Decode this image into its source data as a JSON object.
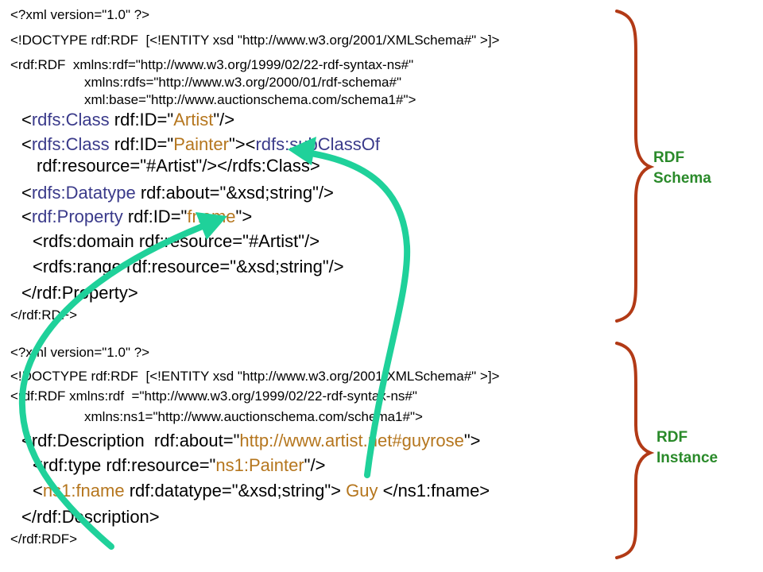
{
  "schema": {
    "xml_decl": "<?xml version=\"1.0\" ?>",
    "doctype": "<!DOCTYPE rdf:RDF  [<!ENTITY xsd \"http://www.w3.org/2001/XMLSchema#\" >]>",
    "rdf_open_1": "<rdf:RDF  xmlns:rdf=\"http://www.w3.org/1999/02/22-rdf-syntax-ns#\"",
    "rdf_open_2": "xmlns:rdfs=\"http://www.w3.org/2000/01/rdf-schema#\"",
    "rdf_open_3": "xml:base=\"http://www.auctionschema.com/schema1#\">",
    "artist": {
      "open": "<",
      "tag": "rdfs:Class",
      "mid": " rdf:ID=\"",
      "value": "Artist",
      "close": "\"/>"
    },
    "painter": {
      "open": "<",
      "tag": "rdfs:Class",
      "mid": " rdf:ID=\"",
      "value": "Painter",
      "close": "\">",
      "sub_open": "<",
      "sub_tag": "rdfs:subClassOf",
      "line2": "rdf:resource=\"#Artist\"/></rdfs:Class>"
    },
    "datatype": {
      "open": "<",
      "tag": "rdfs:Datatype",
      "rest": " rdf:about=\"&xsd;string\"/>"
    },
    "property": {
      "open": "<",
      "tag": "rdf:Property",
      "mid": " rdf:ID=\"",
      "value": "fname",
      "close": "\">"
    },
    "domain": "<rdfs:domain rdf:resource=\"#Artist\"/>",
    "range": "<rdfs:range rdf:resource=\"&xsd;string\"/>",
    "property_close": "</rdf:Property>",
    "rdf_close": "</rdf:RDF>"
  },
  "instance": {
    "xml_decl": "<?xml version=\"1.0\" ?>",
    "doctype": "<!DOCTYPE rdf:RDF  [<!ENTITY xsd \"http://www.w3.org/2001/XMLSchema#\" >]>",
    "rdf_open_1": "<rdf:RDF xmlns:rdf  =\"http://www.w3.org/1999/02/22-rdf-syntax-ns#\"",
    "rdf_open_2": "xmlns:ns1=\"http://www.auctionschema.com/schema1#\">",
    "description": {
      "open": "<rdf:Description  rdf:about=\"",
      "value": "http://www.artist.net#guyrose",
      "close": "\">"
    },
    "type": {
      "open": "<rdf:type rdf:resource=\"",
      "value": "ns1:Painter",
      "close": "\"/>"
    },
    "fname": {
      "open": "<",
      "tag": "ns1:fname",
      "mid": " rdf:datatype=\"&xsd;string\"> ",
      "value": "Guy",
      "close": " </ns1:fname>"
    },
    "description_close": "</rdf:Description>",
    "rdf_close": "</rdf:RDF>"
  },
  "labels": {
    "schema_1": "RDF",
    "schema_2": "Schema",
    "instance_1": "RDF",
    "instance_2": "Instance"
  },
  "colors": {
    "arrow": "#1fd19a",
    "brace": "#b23a16",
    "label": "#2a8a2a",
    "class_tag": "#3a3a8a",
    "value": "#b5761e"
  }
}
